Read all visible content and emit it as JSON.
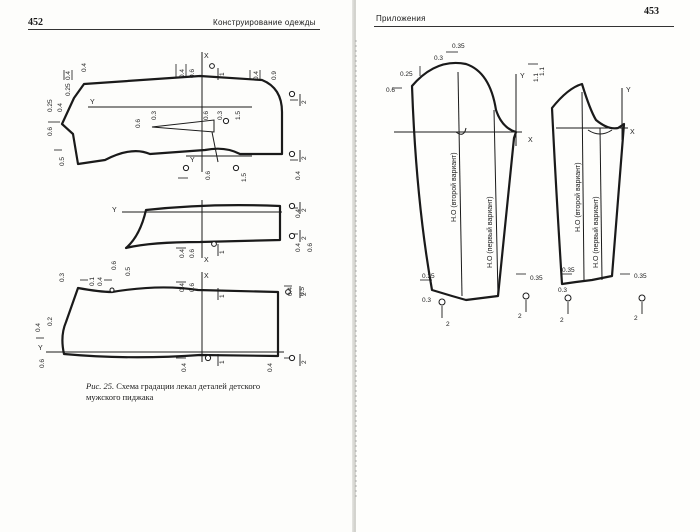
{
  "left_page": {
    "page_number": "452",
    "running_head": "Конструирование одежды",
    "figure_label": "Рис. 25.",
    "figure_caption": "Схема градации лекал деталей детского мужского пиджака",
    "labels": {
      "axis_x": "X",
      "axis_y": "Y",
      "v04": "0.4",
      "v09": "0.9",
      "v025": "0.25",
      "v06": "0.6",
      "v03": "0.3",
      "v05": "0.5",
      "v15": "1.5",
      "v01": "0.1",
      "v02": "0.2",
      "n1": "1",
      "n2": "2",
      "n15": "1.5"
    }
  },
  "right_page": {
    "page_number": "453",
    "running_head": "Приложения",
    "labels": {
      "axis_x": "X",
      "axis_y": "Y",
      "v035": "0.35",
      "v03": "0.3",
      "v025": "0.25",
      "v06": "0.6",
      "v11": "1.1",
      "n2": "2",
      "grain_second": "Н.О (второй вариант)",
      "grain_first": "Н.О (первый вариант)"
    }
  }
}
